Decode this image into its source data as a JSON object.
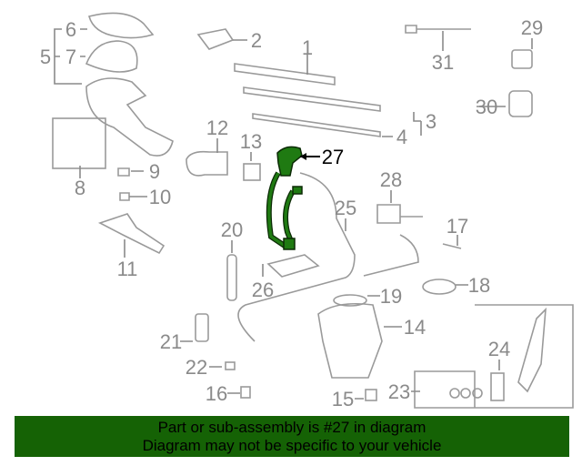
{
  "diagram": {
    "highlighted_part": "27",
    "highlight_color": "#1f7a12",
    "labels": [
      "1",
      "2",
      "3",
      "4",
      "5",
      "6",
      "7",
      "8",
      "9",
      "10",
      "11",
      "12",
      "13",
      "14",
      "15",
      "16",
      "17",
      "18",
      "19",
      "20",
      "21",
      "22",
      "23",
      "24",
      "25",
      "26",
      "27",
      "28",
      "29",
      "30",
      "31"
    ]
  },
  "banner": {
    "line1": "Part or sub-assembly is #27 in diagram",
    "line2": "Diagram may not be specific to your vehicle",
    "background": "#156205"
  }
}
